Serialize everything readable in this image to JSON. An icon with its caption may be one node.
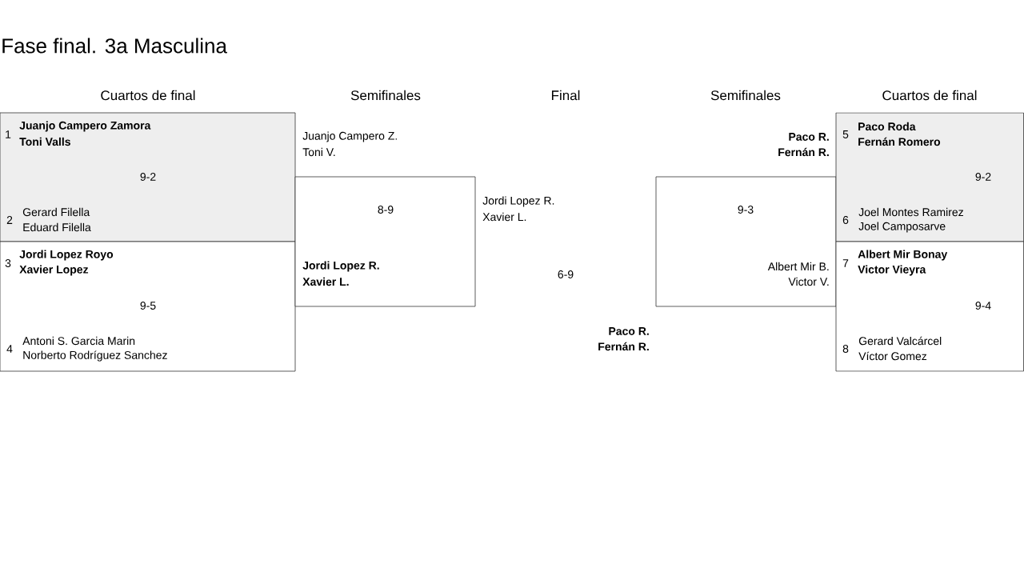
{
  "diagram": {
    "title": "Fase final. 3a Masculina",
    "nodes": [
      {
        "text": [
          "1",
          "Juanjo Campero Zamora",
          "Toni Valls",
          "9-2",
          "2",
          "Gerard Filella",
          "Eduard Filella"
        ]
      },
      {
        "text": [
          "3",
          "Jordi Lopez Royo",
          "Xavier Lopez",
          "9-5",
          "4",
          "Antoni S. Garcia Marin",
          "Norberto Rodríguez Sanchez"
        ]
      },
      {
        "text": [
          "Juanjo Campero Z.",
          "Toni V.",
          "8-9",
          "Jordi Lopez R.",
          "Xavier L."
        ]
      },
      {
        "text": [
          "Paco R.",
          "Fernán R.",
          "9-3",
          "Albert Mir B.",
          "Victor V."
        ]
      },
      {
        "text": [
          "5",
          "Paco Roda",
          "Fernán Romero",
          "9-2",
          "6",
          "Joel Montes Ramirez",
          "Joel Camposarve"
        ]
      },
      {
        "text": [
          "7",
          "Albert Mir Bonay",
          "Victor Vieyra",
          "9-4",
          "8",
          "Gerard Valcárcel",
          "Víctor Gomez"
        ]
      }
    ],
    "labels": [
      "Cuartos de final",
      "Semifinales",
      "Final",
      "Semifinales",
      "Cuartos de final",
      "Jordi Lopez R.",
      "Xavier L.",
      "6-9",
      "Paco R.",
      "Fernán R."
    ]
  }
}
